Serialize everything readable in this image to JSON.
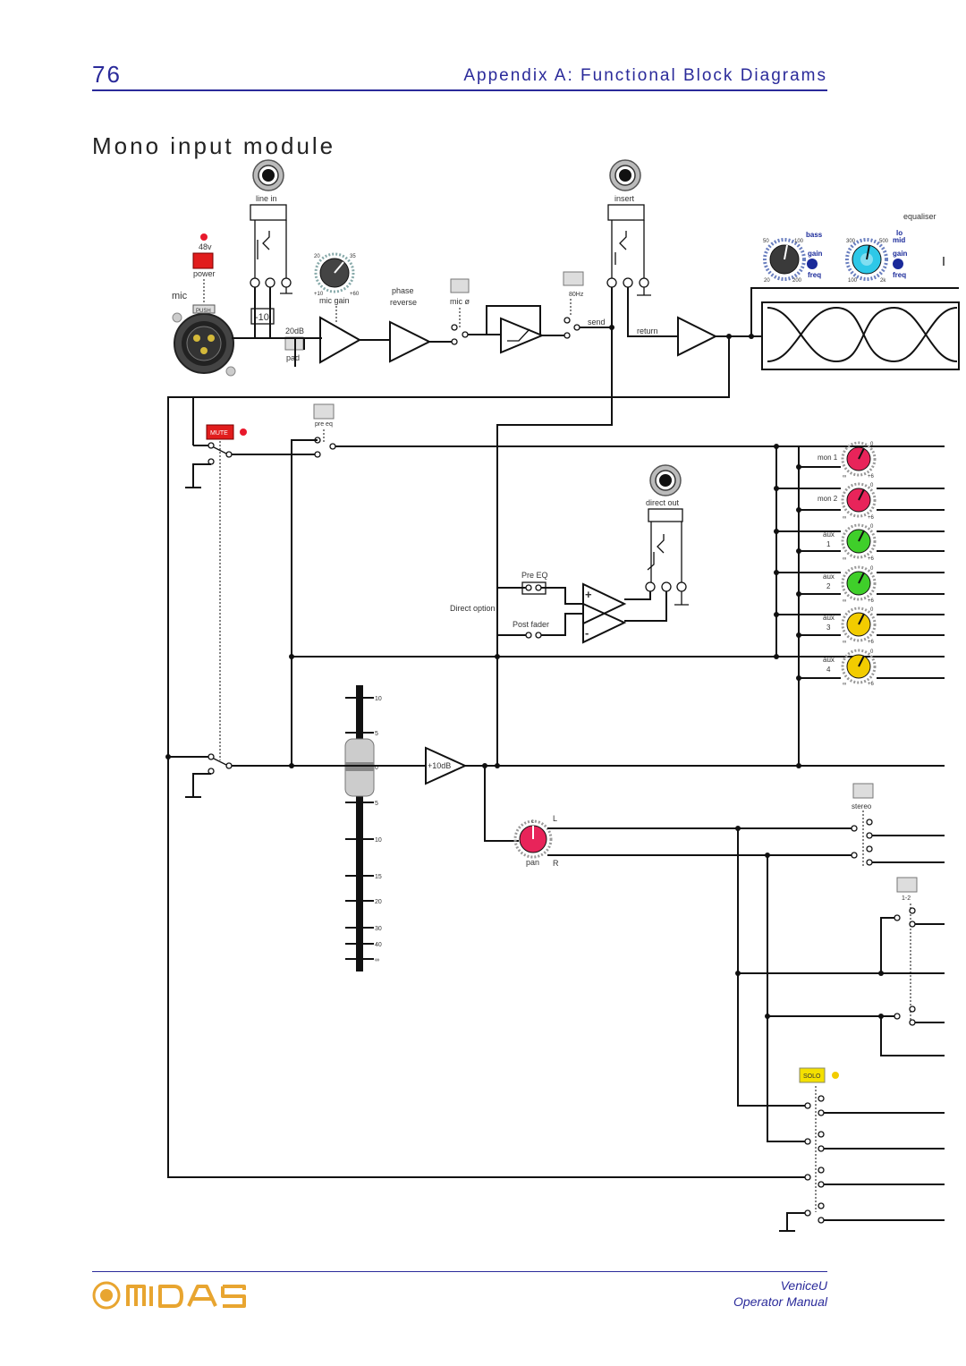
{
  "header": {
    "page_number": "76",
    "title": "Appendix A: Functional Block Diagrams"
  },
  "section_title": "Mono input module",
  "footer": {
    "product": "VeniceU",
    "manual": "Operator Manual",
    "logo_icon": "midas-logo"
  },
  "labels": {
    "line_in": "line in",
    "insert": "insert",
    "equaliser": "equaliser",
    "phantom": "48v",
    "power": "power",
    "mic": "mic",
    "push": "PUSH",
    "minus10": "-10",
    "pad_20db": "20dB",
    "pad": "pad",
    "mic_gain": "mic gain",
    "mic_gain_t1": "20",
    "mic_gain_t2": "35",
    "mic_gain_t3": "+10",
    "mic_gain_t4": "+60",
    "phase": "phase",
    "reverse": "reverse",
    "mic_phase": "mic ø",
    "hpf_80hz": "80Hz",
    "send": "send",
    "return": "return",
    "bass": "bass",
    "lo_mid": "lo",
    "lo_mid2": "mid",
    "gain": "gain",
    "freq": "freq",
    "bass_t1": "50",
    "bass_t2": "100",
    "bass_t3": "20",
    "bass_t4": "200",
    "lomid_t1": "300",
    "lomid_t2": "500",
    "lomid_t3": "100",
    "lomid_t4": "2k",
    "mute": "MUTE",
    "pre_eq": "pre eq",
    "direct_out": "direct out",
    "pre_eq_opt": "Pre EQ",
    "direct_option": "Direct option",
    "post_fader": "Post fader",
    "mon1": "mon 1",
    "mon2": "mon 2",
    "aux": "aux",
    "aux1": "1",
    "aux2": "2",
    "aux3": "3",
    "aux4": "4",
    "knob_zero": "0",
    "knob_inf": "∞",
    "knob_plus6": "+6",
    "plus10db": "+10dB",
    "stereo": "stereo",
    "L": "L",
    "R": "R",
    "pan": "pan",
    "pan_c": "c",
    "one_two": "1-2",
    "solo": "SOLO",
    "fader_10": "10",
    "fader_5": "5",
    "fader_0": "0",
    "fader_m5": "5",
    "fader_m10": "10",
    "fader_15": "15",
    "fader_20": "20",
    "fader_30": "30",
    "fader_40": "40",
    "fader_inf": "∞"
  },
  "colors": {
    "header_blue": "#2a2a9a",
    "led_red": "#e8192c",
    "mute_red": "#e11d1d",
    "knob_pink": "#e8245a",
    "knob_green": "#3fcf2a",
    "knob_yellow": "#f2cc00",
    "knob_cyan": "#2ec8e8",
    "solo_yellow": "#f4e000",
    "logo_gold": "#e8a530"
  },
  "icons": [
    "xlr-connector-icon",
    "jack-socket-icon",
    "amplifier-triangle-icon",
    "switch-icon",
    "ground-icon",
    "rotary-knob-icon",
    "fader-icon",
    "led-icon"
  ]
}
